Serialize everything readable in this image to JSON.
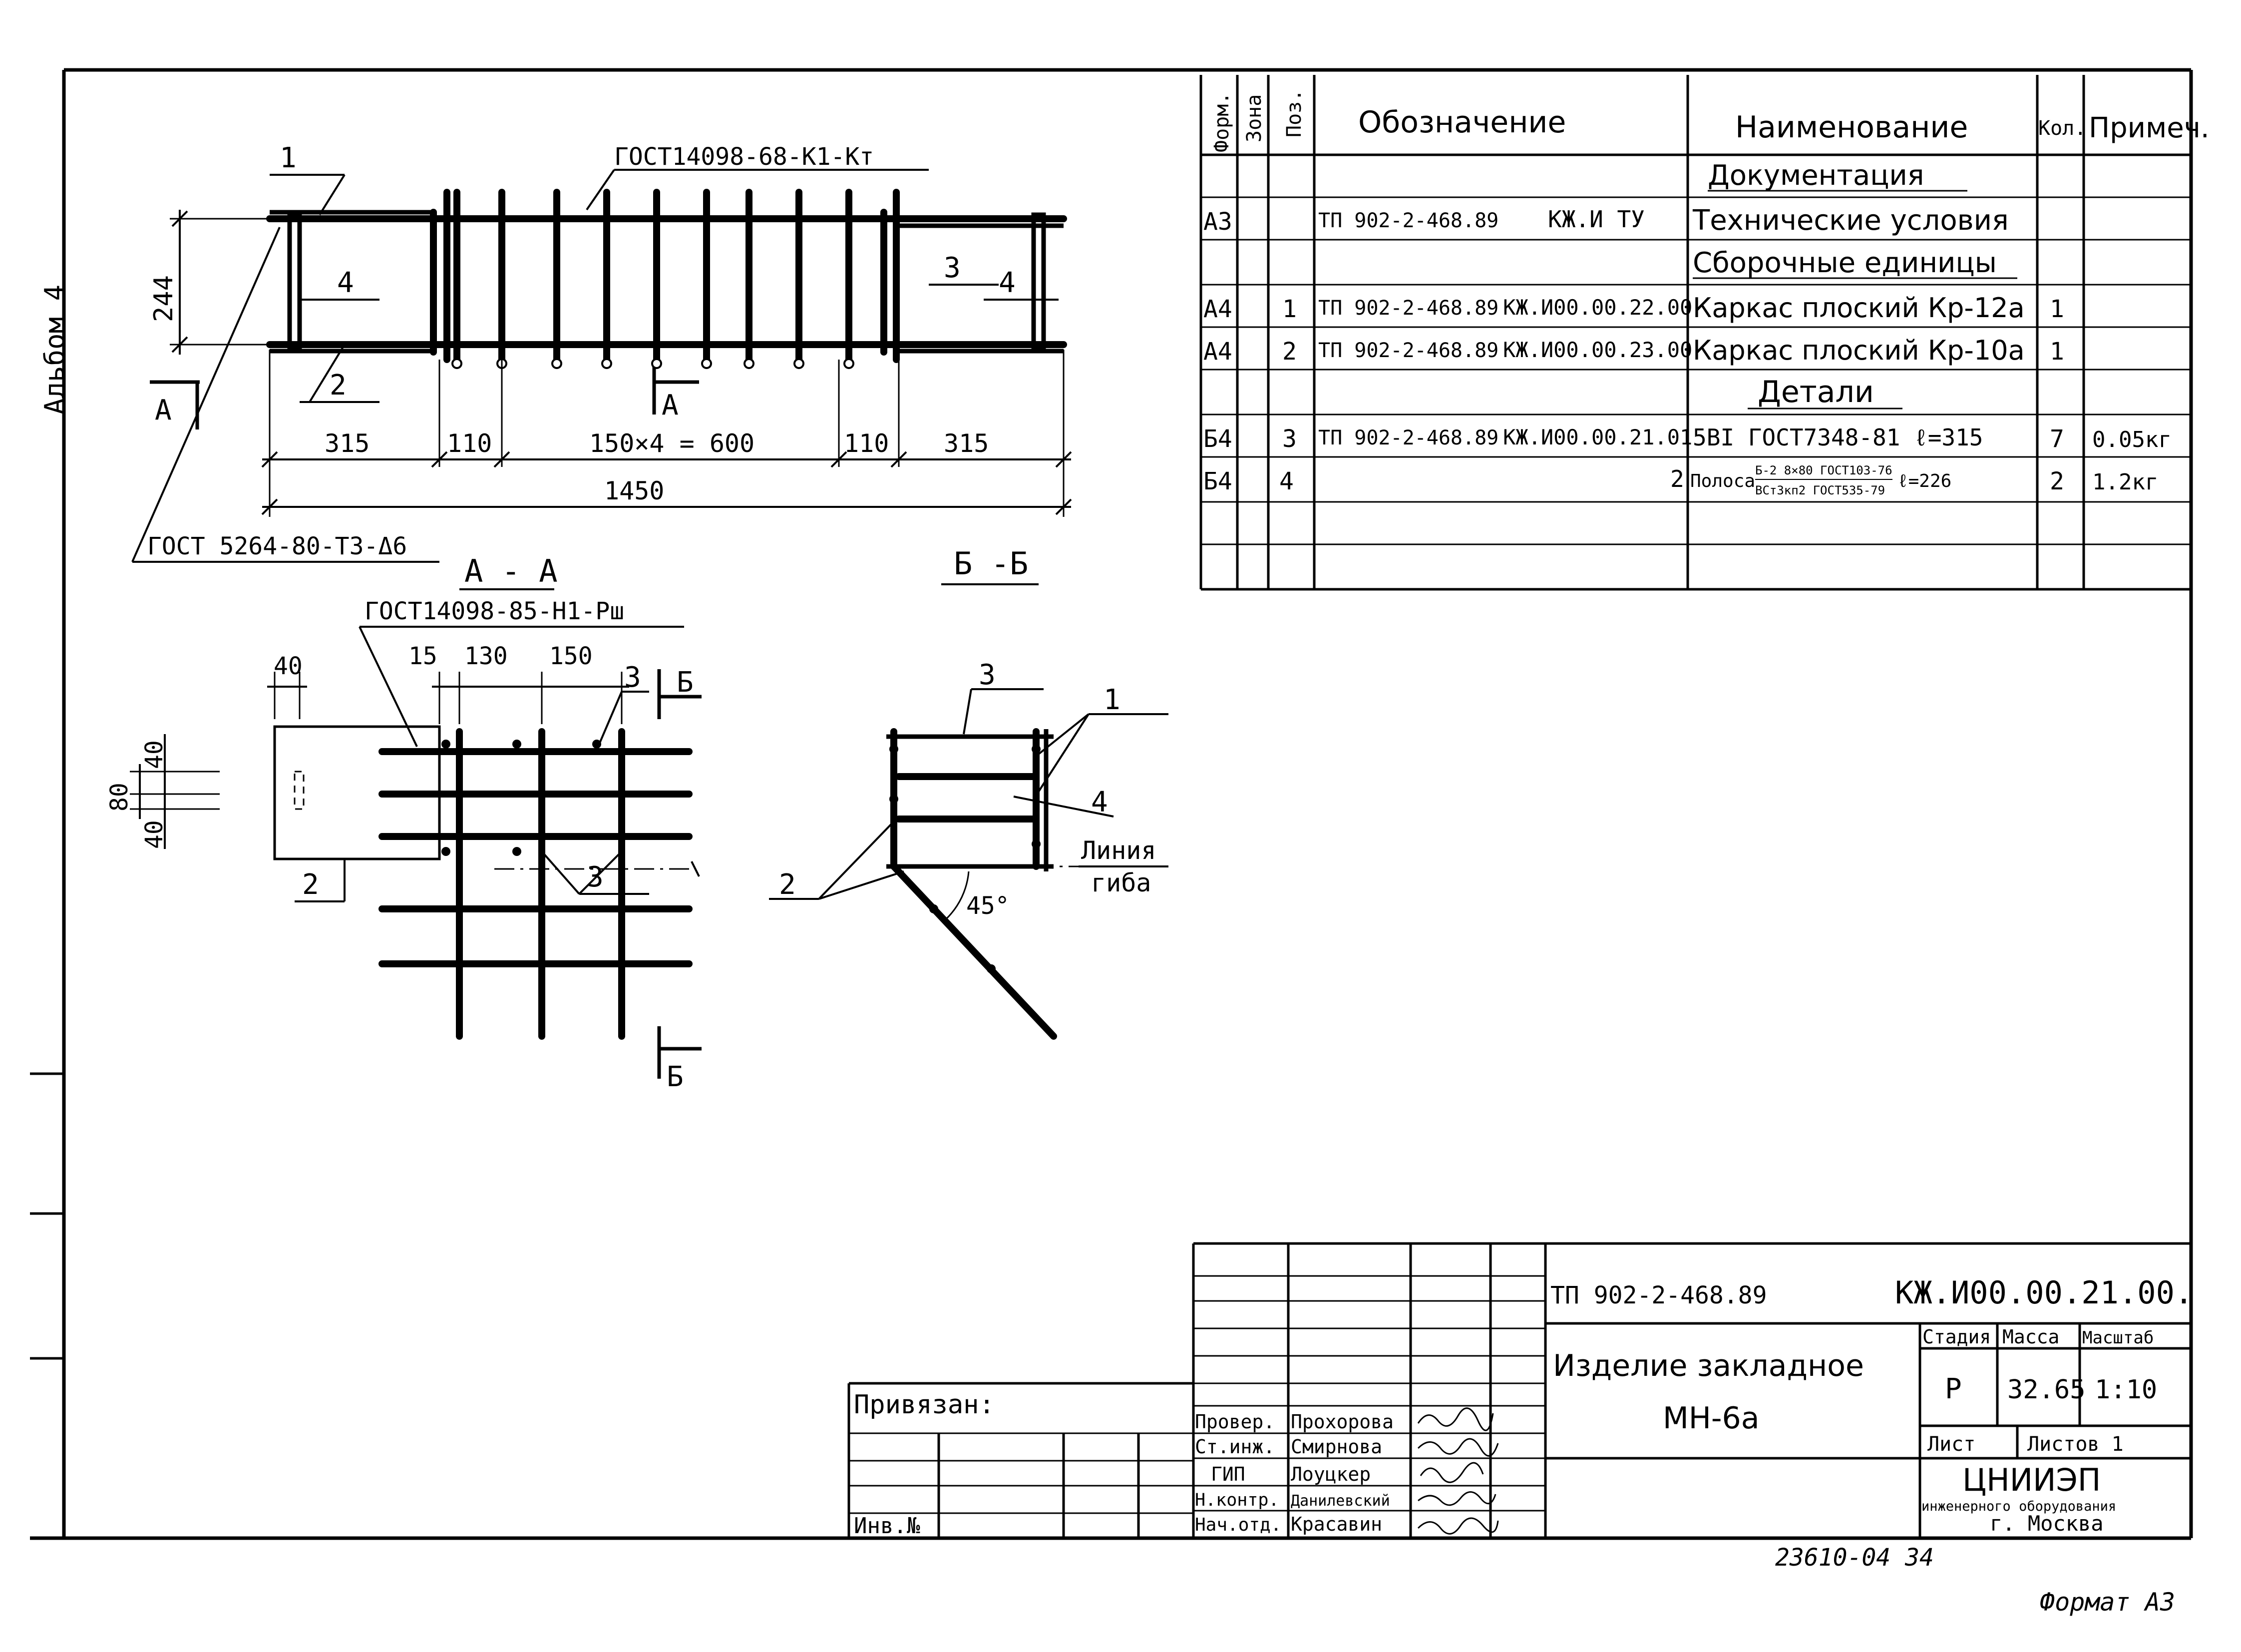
{
  "side_label": "Альбом 4",
  "plan": {
    "weld_note": "ГОСТ14098-68-К1-Кт",
    "gost_weld": "ГОСТ 5264-80-Т3-Δ6",
    "positions": [
      "1",
      "2",
      "3",
      "4",
      "4"
    ],
    "dim_height": "244",
    "dims_bottom": [
      "315",
      "110",
      "150×4 = 600",
      "110",
      "315"
    ],
    "dim_total": "1450",
    "cut_mark": "А"
  },
  "section_aa": {
    "title": "А - А",
    "weld_note": "ГОСТ14098-85-Н1-Рш",
    "dims_top": [
      "40",
      "15",
      "130",
      "150"
    ],
    "dims_left": [
      "40",
      "80",
      "40"
    ],
    "positions": [
      "3",
      "2",
      "3"
    ],
    "cut_mark": "Б"
  },
  "section_bb": {
    "title": "Б -Б",
    "positions": [
      "3",
      "1",
      "4",
      "2"
    ],
    "bend_line": [
      "Линия",
      "гиба"
    ],
    "angle": "45°"
  },
  "spec": {
    "headers": {
      "format": "Форм.",
      "zone": "Зона",
      "pos": "Поз.",
      "designation": "Обозначение",
      "name": "Наименование",
      "qty": "Кол.",
      "note": "Примеч."
    },
    "rows": [
      {
        "type": "section",
        "name": "Документация"
      },
      {
        "format": "А3",
        "pos": "",
        "doc": "ТП 902-2-468.89",
        "code": "КЖ.И ТУ",
        "name": "Технические условия",
        "qty": "",
        "note": ""
      },
      {
        "type": "section",
        "name": "Сборочные единицы"
      },
      {
        "format": "А4",
        "pos": "1",
        "doc": "ТП 902-2-468.89",
        "code": "КЖ.И00.00.22.00",
        "name": "Каркас плоский  Кр-12а",
        "qty": "1",
        "note": ""
      },
      {
        "format": "А4",
        "pos": "2",
        "doc": "ТП 902-2-468.89",
        "code": "КЖ.И00.00.23.00",
        "name": "Каркас плоский  Кр-10а",
        "qty": "1",
        "note": ""
      },
      {
        "type": "section",
        "name": "Детали"
      },
      {
        "format": "Б4",
        "pos": "3",
        "doc": "ТП 902-2-468.89",
        "code": "КЖ.И00.00.21.01",
        "name": "5ВI ГОСТ7348-81 ℓ=315",
        "qty": "7",
        "note": "0.05кг"
      },
      {
        "format": "Б4",
        "pos": "4",
        "doc": "",
        "code": "2",
        "name": "Полоса",
        "name_frac_top": "Б-2 8×80 ГОСТ103-76",
        "name_frac_bottom": "ВСт3кп2 ГОСТ535-79",
        "name_len": "ℓ=226",
        "qty": "2",
        "note": "1.2кг"
      }
    ]
  },
  "title_block": {
    "project": "ТП 902-2-468.89",
    "code": "КЖ.И00.00.21.00.",
    "name_line1": "Изделие закладное",
    "name_line2": "МН-6а",
    "labels": {
      "stage": "Стадия",
      "mass": "Масса",
      "scale": "Масштаб",
      "sheet": "Лист",
      "sheets": "Листов 1"
    },
    "stage": "Р",
    "mass": "32.65",
    "scale": "1:10",
    "org_line1": "ЦНИИЭП",
    "org_line2": "инженерного оборудования",
    "org_line3": "г. Москва",
    "signers": [
      {
        "role": "Провер.",
        "name": "Прохорова"
      },
      {
        "role": "Ст.инж.",
        "name": "Смирнова"
      },
      {
        "role": "ГИП",
        "name": "Лоуцкер"
      },
      {
        "role": "Н.контр.",
        "name": "Данилевский"
      },
      {
        "role": "Нач.отд.",
        "name": "Красавин"
      }
    ],
    "privyazan": "Привязан:",
    "inv": "Инв.№",
    "doc_number": "23610-04   34",
    "format": "Формат А3"
  }
}
